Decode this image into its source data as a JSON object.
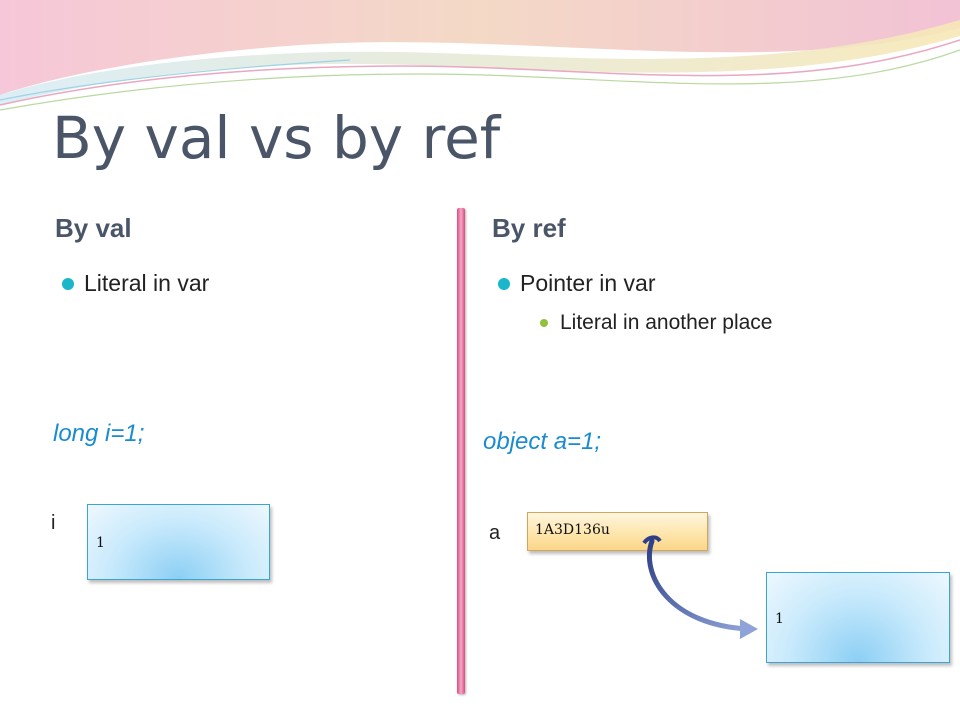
{
  "slide": {
    "title": "By val vs by ref",
    "left": {
      "heading": "By val",
      "bullet": "Literal in var",
      "code": "long i=1;",
      "var_name": "i",
      "box_value": "1"
    },
    "right": {
      "heading": "By ref",
      "bullet": "Pointer in var",
      "sub_bullet": "Literal in another place",
      "code": "object a=1;",
      "var_name": "a",
      "pointer_value": "1A3D136u",
      "target_value": "1"
    }
  },
  "colors": {
    "title": "#4a5568",
    "code": "#1a8bd1",
    "bullet": "#1bb6c9",
    "sub_bullet": "#8fc23a",
    "divider": "#e2719d",
    "arrow": "#5b6fb5"
  }
}
